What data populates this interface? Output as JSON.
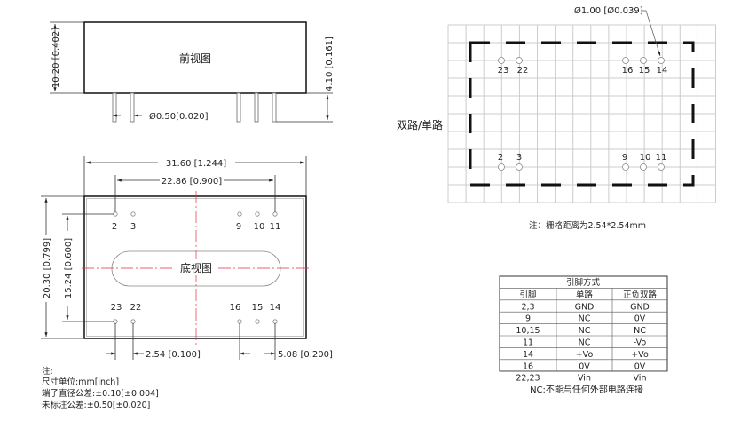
{
  "front_view": {
    "title": "前视图",
    "height_dim": "10.20 [0.402]",
    "pin_length_dim": "4.10 [0.161]",
    "pin_diameter_dim": "Ø0.50[0.020]"
  },
  "bottom_view": {
    "title": "底视图",
    "width_dim": "31.60 [1.244]",
    "pin_span_dim": "22.86 [0.900]",
    "height_dim": "20.30 [0.799]",
    "row_span_dim": "15.24 [0.600]",
    "pitch_dim": "2.54 [0.100]",
    "pitch2_dim": "5.08 [0.200]",
    "top_pins": [
      "2",
      "3",
      "9",
      "10",
      "11"
    ],
    "bottom_pins": [
      "23",
      "22",
      "16",
      "15",
      "14"
    ]
  },
  "notes": {
    "heading": "注:",
    "lines": [
      "尺寸单位:mm[inch]",
      "端子直径公差:±0.10[±0.004]",
      "未标注公差:±0.50[±0.020]"
    ]
  },
  "footprint": {
    "label": "双路/单路",
    "hole_dim": "Ø1.00 [Ø0.039]",
    "top_pins": [
      "23",
      "22",
      "16",
      "15",
      "14"
    ],
    "bottom_pins": [
      "2",
      "3",
      "9",
      "10",
      "11"
    ],
    "grid_note": "注：栅格距离为2.54*2.54mm"
  },
  "pin_table": {
    "title": "引脚方式",
    "headers": [
      "引脚",
      "单路",
      "正负双路"
    ],
    "rows": [
      [
        "2,3",
        "GND",
        "GND"
      ],
      [
        "9",
        "NC",
        "0V"
      ],
      [
        "10,15",
        "NC",
        "NC"
      ],
      [
        "11",
        "NC",
        "-Vo"
      ],
      [
        "14",
        "+Vo",
        "+Vo"
      ],
      [
        "16",
        "0V",
        "0V"
      ],
      [
        "22,23",
        "Vin",
        "Vin"
      ]
    ],
    "footnote": "NC:不能与任何外部电路连接"
  },
  "colors": {
    "centerline": "#e03040",
    "outline": "#111111",
    "grid": "#cccccc"
  }
}
